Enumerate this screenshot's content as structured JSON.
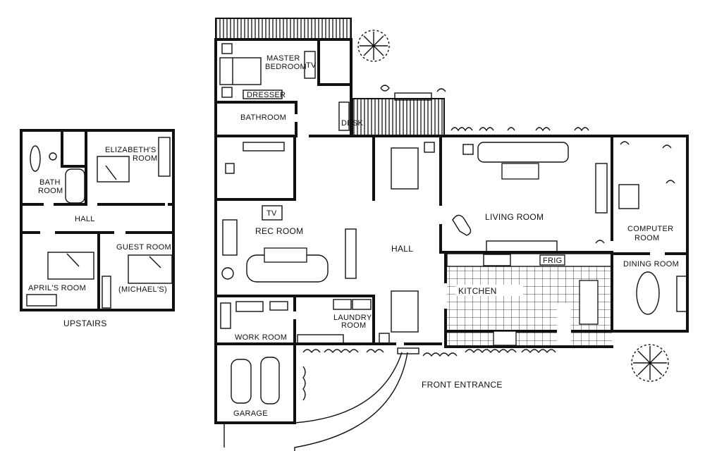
{
  "main_floor": {
    "master_bedroom": "MASTER",
    "master_bedroom_2": "BEDROOM",
    "dresser": "DRESSER",
    "master_tv": "TV",
    "desk": "DESK",
    "bathroom": "BATHROOM",
    "rec_room": "REC ROOM",
    "rec_tv": "TV",
    "hall": "HALL",
    "living_room": "LIVING ROOM",
    "computer_room": "COMPUTER",
    "computer_room_2": "ROOM",
    "dining_room": "DINING ROOM",
    "kitchen": "KITCHEN",
    "frig": "FRIG",
    "work_room": "WORK ROOM",
    "laundry_room": "LAUNDRY",
    "laundry_room_2": "ROOM",
    "garage": "GARAGE",
    "front_entrance": "FRONT ENTRANCE"
  },
  "upstairs": {
    "title": "UPSTAIRS",
    "bath_room": "BATH",
    "bath_room_2": "ROOM",
    "elizabeths_room": "ELIZABETH'S",
    "elizabeths_room_2": "ROOM",
    "hall": "HALL",
    "guest_room": "GUEST ROOM",
    "michaels": "(MICHAEL'S)",
    "aprils_room": "APRIL'S ROOM"
  }
}
